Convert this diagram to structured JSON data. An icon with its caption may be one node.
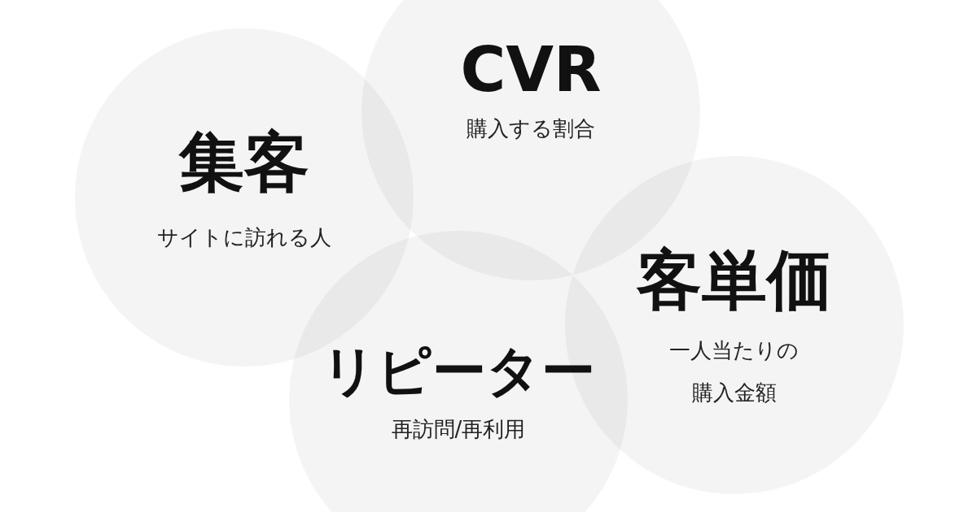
{
  "diagram": {
    "nodes": [
      {
        "text": [
          "集客",
          "サイトに訪れる人"
        ]
      },
      {
        "text": [
          "CVR",
          "購入する割合"
        ]
      },
      {
        "text": [
          "リピーター",
          "再訪問/再利用"
        ]
      },
      {
        "text": [
          "客単価",
          "一人当たりの購入金額"
        ]
      }
    ]
  }
}
